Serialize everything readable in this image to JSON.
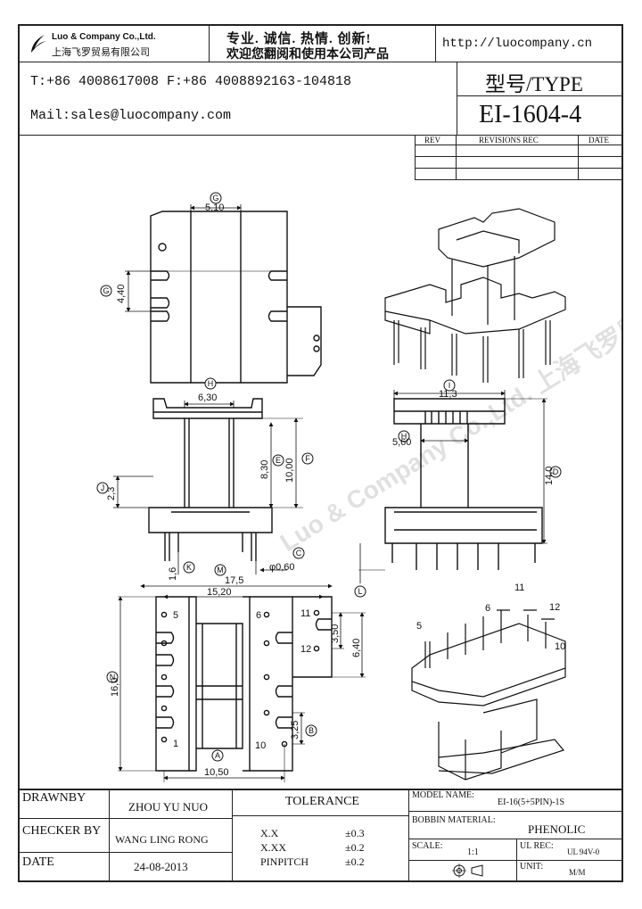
{
  "header": {
    "company_en": "Luo & Company Co.,Ltd.",
    "company_cn": "上海飞罗贸易有限公司",
    "slogan": "专业. 诚信. 热情. 创新!",
    "welcome": "欢迎您翻阅和使用本公司产品",
    "website": "http://luocompany.cn",
    "phone_fax": "T:+86 4008617008 F:+86 4008892163-104818",
    "mail": "Mail:sales@luocompany.com",
    "type_label": "型号/TYPE",
    "model": "EI-1604-4"
  },
  "revision_table": {
    "columns": [
      "REV",
      "REVISIONS REC",
      "DATE"
    ]
  },
  "dimensions": {
    "g_width": "5,10",
    "g_height": "4,40",
    "h_width": "6,30",
    "j_height": "2,3",
    "e_height": "8,30",
    "f_height": "10,00",
    "k_label": "1,6",
    "c_pin": "φ0,60",
    "total_height": "14,0",
    "i_width": "11,3",
    "h2_width": "5,60",
    "m_width": "17,5",
    "inner_width": "15,20",
    "pin_pitch_a": "3,50",
    "pin_span": "6,40",
    "n_height": "16,0",
    "b_gap": "3,25",
    "a_width": "10,50"
  },
  "callouts": [
    "G",
    "H",
    "J",
    "E",
    "F",
    "K",
    "C",
    "I",
    "D",
    "M",
    "L",
    "N",
    "B",
    "A"
  ],
  "pin_numbers": {
    "bottom_left": [
      "5",
      "1"
    ],
    "bottom_mid": [
      "6",
      "10"
    ],
    "bottom_right": [
      "11",
      "12"
    ],
    "iso": [
      "5",
      "6",
      "11",
      "12",
      "10"
    ]
  },
  "watermark": "Luo & Company Co.,Ltd. 上海飞罗贸易有限公司",
  "title_block": {
    "drawnby_label": "DRAWNBY",
    "drawnby_value": "ZHOU YU NUO",
    "checker_label": "CHECKER BY",
    "checker_value": "WANG LING RONG",
    "date_label": "DATE",
    "date_value": "24-08-2013",
    "tolerance_label": "TOLERANCE",
    "tol_rows": [
      {
        "k": "X.X",
        "v": "±0.3"
      },
      {
        "k": "X.XX",
        "v": "±0.2"
      },
      {
        "k": "PINPITCH",
        "v": "±0.2"
      }
    ],
    "model_name_label": "MODEL NAME:",
    "model_name_value": "EI-16(5+5PIN)-1S",
    "bobbin_label": "BOBBIN MATERIAL:",
    "bobbin_value": "PHENOLIC",
    "scale_label": "SCALE:",
    "scale_value": "1:1",
    "ul_label": "UL REC:",
    "ul_value": "UL 94V-0",
    "unit_label": "UNIT:",
    "unit_value": "M/M"
  }
}
